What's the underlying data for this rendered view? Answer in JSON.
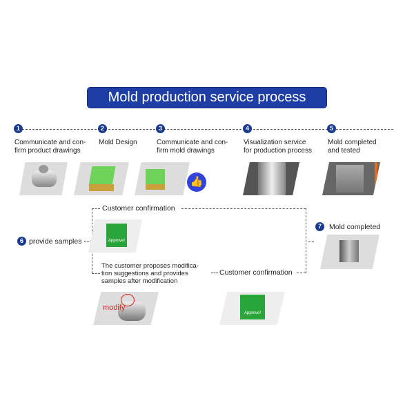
{
  "title": "Mold production service process",
  "steps": [
    {
      "num": "1",
      "label_line1": "Communicate and con-",
      "label_line2": "firm product drawings",
      "image": "product-motor-image"
    },
    {
      "num": "2",
      "label_line1": "Mold Design",
      "label_line2": "",
      "image": "mold-design-image"
    },
    {
      "num": "3",
      "label_line1": "Communicate and con-",
      "label_line2": "firm mold drawings",
      "image": "mold-thumbs-up-image"
    },
    {
      "num": "4",
      "label_line1": "Visualization service",
      "label_line2": "for production process",
      "image": "machining-image"
    },
    {
      "num": "5",
      "label_line1": "Mold completed",
      "label_line2": "and tested",
      "image": "mold-testing-image"
    }
  ],
  "step6": {
    "num": "6",
    "label": "provide samples"
  },
  "step7": {
    "num": "7",
    "label": "Mold completed"
  },
  "confirm_top": "Customer confirmation",
  "confirm_bottom": "Customer confirmation",
  "modification": {
    "line1": "The customer proposes modifica-",
    "line2": "tion suggestions and provides",
    "line3": "samples after modification"
  },
  "approve_key": "Approve!",
  "modify_label": "modify",
  "colors": {
    "accent": "#1e3ea6",
    "approve_green": "#2aa53a",
    "modify_red": "#e02020"
  }
}
